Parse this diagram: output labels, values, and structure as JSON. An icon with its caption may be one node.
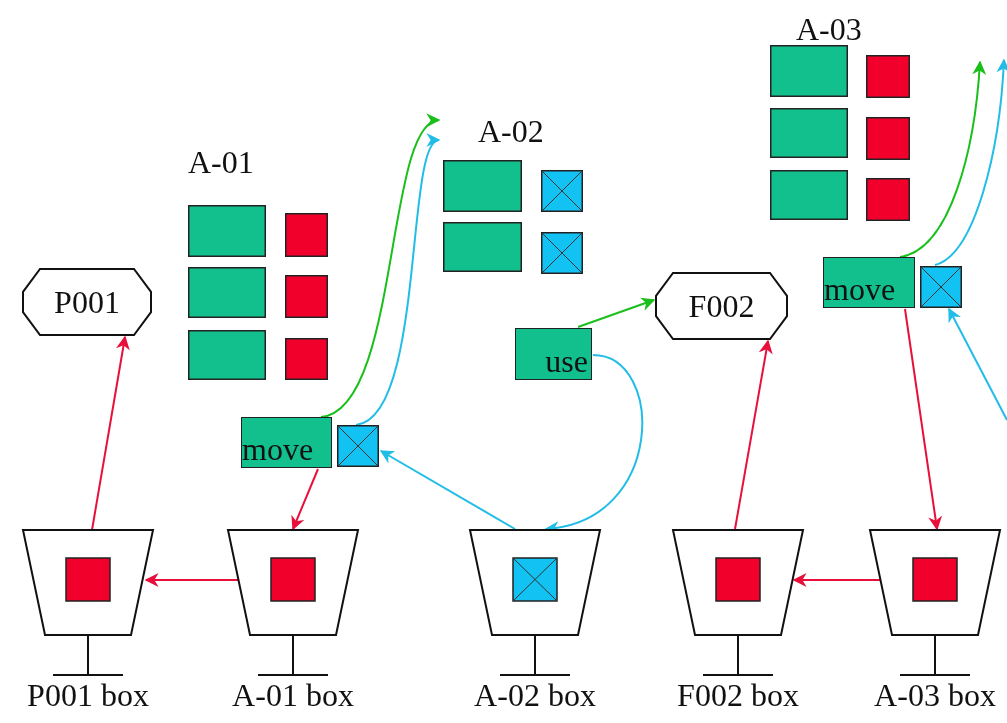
{
  "diagram": {
    "nodes": [
      {
        "text": [
          "A-03"
        ]
      },
      {
        "text": [
          "A-02"
        ]
      },
      {
        "text": [
          "A-01"
        ]
      },
      {
        "text": [
          "P001"
        ]
      },
      {
        "text": [
          "F002"
        ]
      },
      {
        "text": [
          "move"
        ]
      },
      {
        "text": [],
        "shape": "box"
      },
      {
        "text": [
          "use"
        ]
      },
      {
        "text": [
          "move"
        ]
      },
      {
        "text": [],
        "shape": "box"
      },
      {
        "text": [
          "P001 box"
        ]
      },
      {
        "text": [
          "A-01 box"
        ]
      },
      {
        "text": [
          "A-02 box"
        ]
      },
      {
        "text": [
          "F002 box"
        ]
      },
      {
        "text": [
          "A-03 box"
        ]
      }
    ],
    "edges": [
      {
        "from": 10,
        "to": 3,
        "arrow": "to"
      },
      {
        "from": 11,
        "to": 10,
        "arrow": "to"
      },
      {
        "from": 8,
        "to": 11,
        "arrow": "to"
      },
      {
        "from": 12,
        "to": 9,
        "arrow": "to",
        "color": "#22bde6"
      },
      {
        "from": 8,
        "to": 1,
        "arrow": "to",
        "color": "#1bbf1b"
      },
      {
        "from": 9,
        "to": 1,
        "arrow": "to",
        "color": "#22bde6"
      },
      {
        "from": 7,
        "to": 4,
        "arrow": "to",
        "color": "#1bbf1b"
      },
      {
        "from": 7,
        "to": 12,
        "arrow": "to",
        "color": "#22bde6"
      },
      {
        "from": 13,
        "to": 4,
        "arrow": "to"
      },
      {
        "from": 14,
        "to": 13,
        "arrow": "to"
      },
      {
        "from": 5,
        "to": 14,
        "arrow": "to"
      },
      {
        "from": null,
        "to": 6,
        "arrow": "to",
        "color": "#22bde6"
      },
      {
        "from": 5,
        "to": null,
        "arrow": "to",
        "color": "#1bbf1b"
      },
      {
        "from": 6,
        "to": null,
        "arrow": "to",
        "color": "#22bde6"
      }
    ]
  }
}
